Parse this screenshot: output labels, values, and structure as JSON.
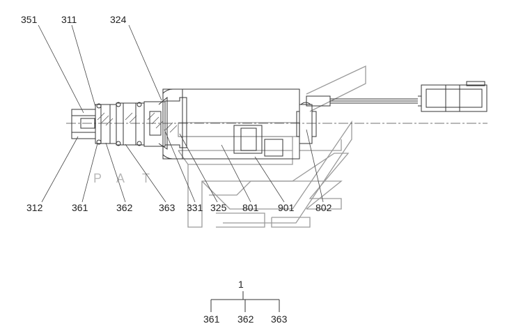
{
  "figure": {
    "labels_top": [
      "351",
      "311",
      "324"
    ],
    "labels_bottom": [
      "312",
      "361",
      "362",
      "363",
      "331",
      "325",
      "801",
      "901",
      "802"
    ],
    "watermark_letters": [
      "P",
      "A",
      "T"
    ],
    "tree": {
      "root": "1",
      "children": [
        "361",
        "362",
        "363"
      ]
    }
  }
}
